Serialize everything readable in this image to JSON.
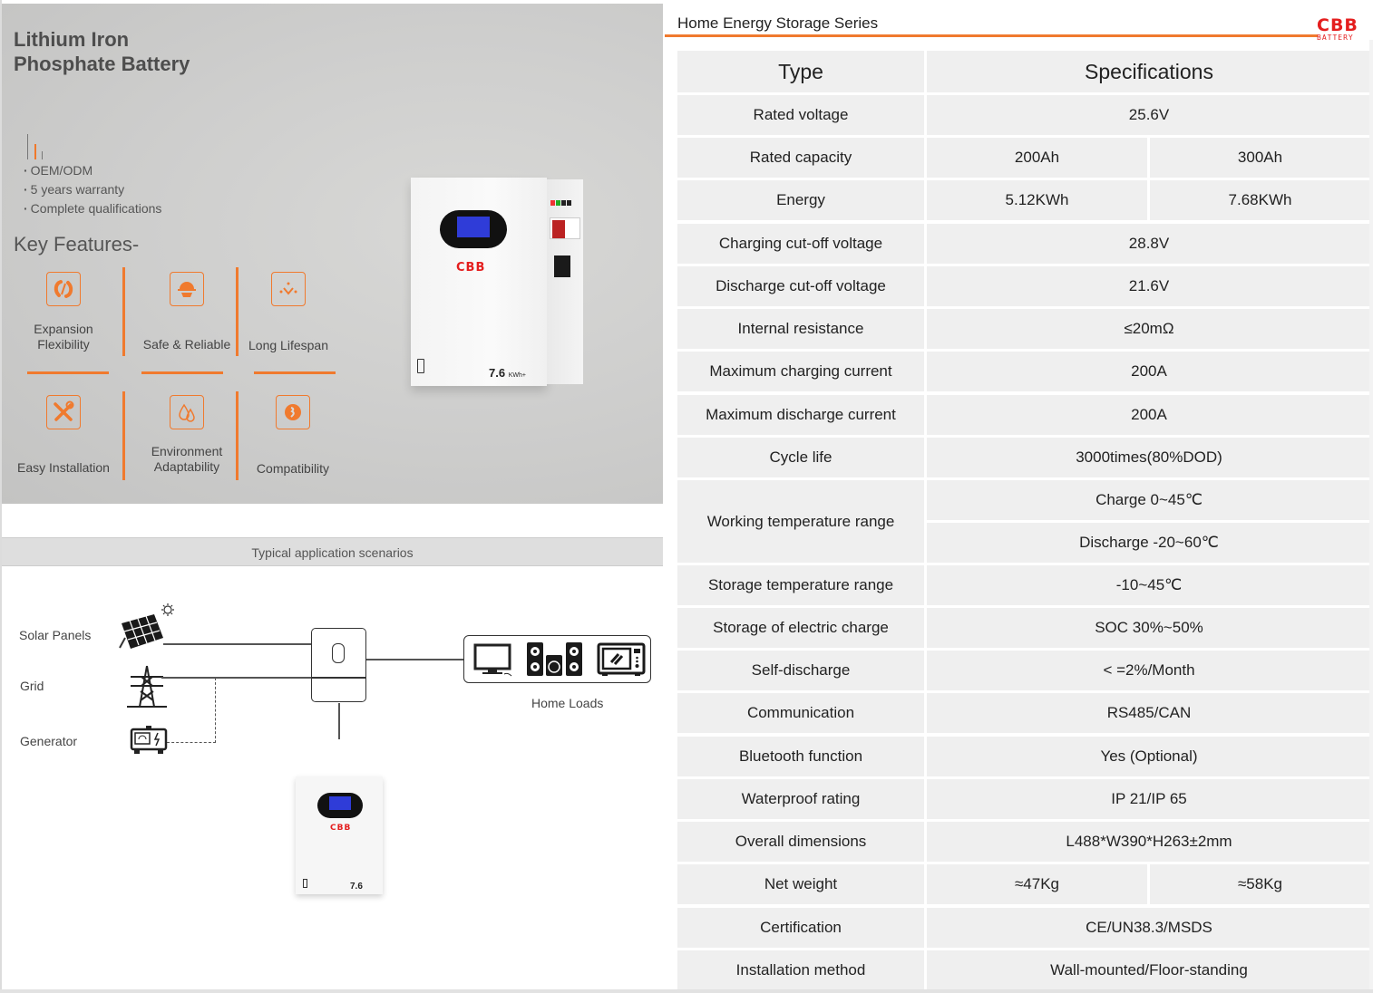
{
  "hero": {
    "title_line1": "Lithium Iron",
    "title_line2": "Phosphate Battery",
    "bullets": [
      "OEM/ODM",
      "5 years warranty",
      "Complete qualifications"
    ],
    "key_features_title": "Key Features-",
    "features": [
      {
        "label_line1": "Expansion",
        "label_line2": "Flexibility",
        "icon": "expansion-icon"
      },
      {
        "label_line1": "Safe & Reliable",
        "label_line2": "",
        "icon": "helmet-gear-icon"
      },
      {
        "label_line1": "Long Lifespan",
        "label_line2": "",
        "icon": "long-lifespan-icon"
      },
      {
        "label_line1": "Easy Installation",
        "label_line2": "",
        "icon": "tools-icon"
      },
      {
        "label_line1": "Environment",
        "label_line2": "Adaptability",
        "icon": "droplets-icon"
      },
      {
        "label_line1": "Compatibility",
        "label_line2": "",
        "icon": "compatibility-icon"
      }
    ],
    "product": {
      "brand": "CBB",
      "capacity": "7.6",
      "unit": "KWh+"
    }
  },
  "application": {
    "header": "Typical application scenarios",
    "sources": [
      "Solar Panels",
      "Grid",
      "Generator"
    ],
    "loads_label": "Home Loads",
    "product_small": {
      "brand": "CBB",
      "capacity": "7.6"
    }
  },
  "spec": {
    "series_title": "Home Energy Storage Series",
    "logo": {
      "main": "CBB",
      "sub": "BATTERY"
    },
    "colors": {
      "accent": "#f07a2e",
      "logo_red": "#e41e1e",
      "cell_bg": "#efefef"
    },
    "header": {
      "type": "Type",
      "specs": "Specifications"
    },
    "rows": [
      {
        "label": "Rated voltage",
        "values": [
          "25.6V"
        ]
      },
      {
        "label": "Rated capacity",
        "values": [
          "200Ah",
          "300Ah"
        ]
      },
      {
        "label": "Energy",
        "values": [
          "5.12KWh",
          "7.68KWh"
        ]
      },
      {
        "label": "Charging cut-off voltage",
        "values": [
          "28.8V"
        ]
      },
      {
        "label": "Discharge cut-off voltage",
        "values": [
          "21.6V"
        ]
      },
      {
        "label": "Internal resistance",
        "values": [
          "≤20mΩ"
        ]
      },
      {
        "label": "Maximum charging current",
        "values": [
          "200A"
        ]
      },
      {
        "label": "Maximum discharge current",
        "values": [
          "200A"
        ]
      },
      {
        "label": "Cycle life",
        "values": [
          "3000times(80%DOD)"
        ]
      },
      {
        "label": "Working temperature range",
        "sub": [
          "Charge 0~45℃",
          "Discharge -20~60℃"
        ]
      },
      {
        "label": "Storage temperature range",
        "values": [
          "-10~45℃"
        ]
      },
      {
        "label": "Storage of electric charge",
        "values": [
          "SOC 30%~50%"
        ]
      },
      {
        "label": "Self-discharge",
        "values": [
          "< =2%/Month"
        ]
      },
      {
        "label": "Communication",
        "values": [
          "RS485/CAN"
        ]
      },
      {
        "label": "Bluetooth function",
        "values": [
          "Yes (Optional)"
        ]
      },
      {
        "label": "Waterproof rating",
        "values": [
          "IP 21/IP 65"
        ]
      },
      {
        "label": "Overall dimensions",
        "values": [
          "L488*W390*H263±2mm"
        ]
      },
      {
        "label": "Net weight",
        "values": [
          "≈47Kg",
          "≈58Kg"
        ]
      },
      {
        "label": "Certification",
        "values": [
          "CE/UN38.3/MSDS"
        ]
      },
      {
        "label": "Installation method",
        "values": [
          "Wall-mounted/Floor-standing"
        ]
      }
    ]
  }
}
